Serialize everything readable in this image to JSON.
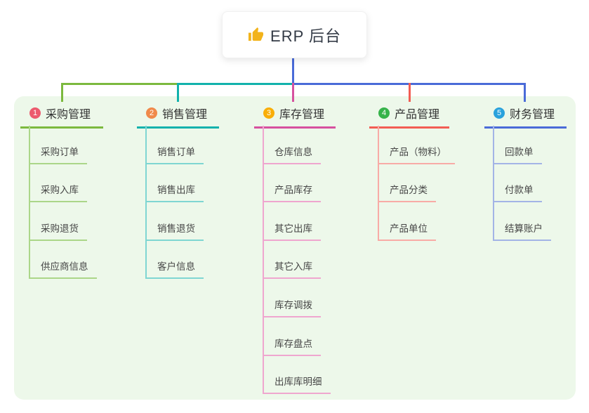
{
  "root": {
    "icon": "thumbs-up",
    "label": "ERP 后台"
  },
  "branches": [
    {
      "badge": "1",
      "title": "采购管理",
      "colors": {
        "badge": "#ec5a6e",
        "line": "#7cb93e",
        "light": "#abd689"
      },
      "children": [
        "采购订单",
        "采购入库",
        "采购退货",
        "供应商信息"
      ]
    },
    {
      "badge": "2",
      "title": "销售管理",
      "colors": {
        "badge": "#f08a4b",
        "line": "#12b2ac",
        "light": "#7fd6d2"
      },
      "children": [
        "销售订单",
        "销售出库",
        "销售退货",
        "客户信息"
      ]
    },
    {
      "badge": "3",
      "title": "库存管理",
      "colors": {
        "badge": "#f9ae08",
        "line": "#d6519f",
        "light": "#efa6cf"
      },
      "children": [
        "仓库信息",
        "产品库存",
        "其它出库",
        "其它入库",
        "库存调拨",
        "库存盘点",
        "出库库明细"
      ]
    },
    {
      "badge": "4",
      "title": "产品管理",
      "colors": {
        "badge": "#36b34a",
        "line": "#f25d53",
        "light": "#f8aba6"
      },
      "children": [
        "产品（物料）",
        "产品分类",
        "产品单位"
      ]
    },
    {
      "badge": "5",
      "title": "财务管理",
      "colors": {
        "badge": "#2aa2dc",
        "line": "#4a6bd8",
        "light": "#a3b4e6"
      },
      "children": [
        "回款单",
        "付款单",
        "结算账户"
      ]
    }
  ],
  "canvas": {
    "background": "#ffffff",
    "panel_background": "#edf8ea",
    "stem_color": "#4a6bd8"
  }
}
